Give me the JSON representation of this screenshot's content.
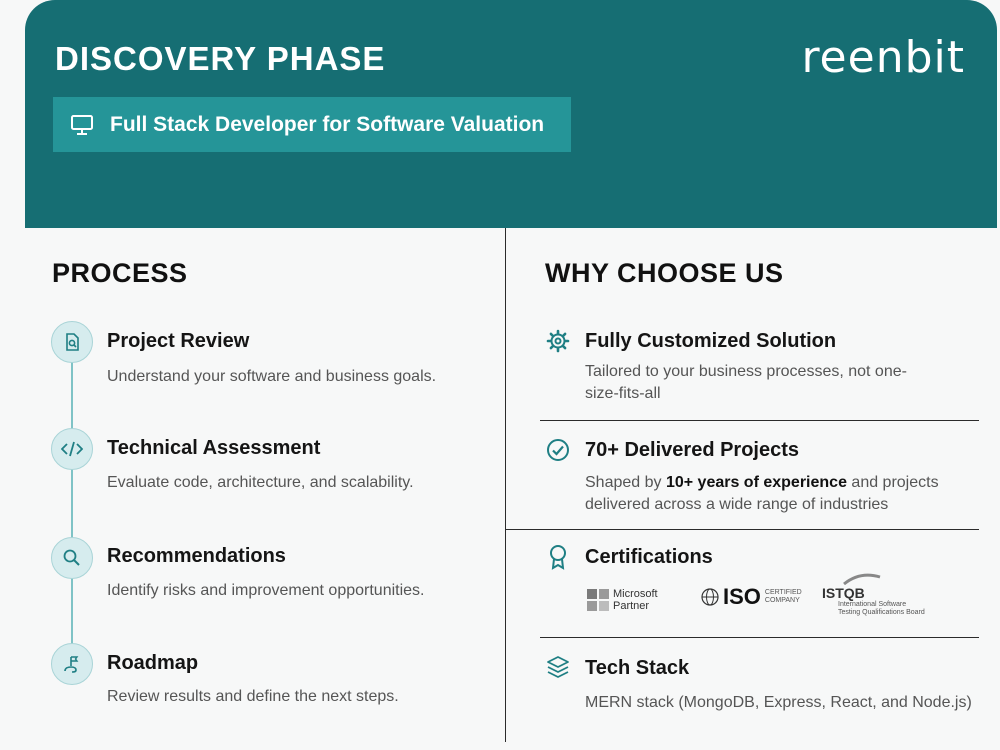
{
  "header": {
    "title": "DISCOVERY PHASE",
    "logo": "reenbit",
    "subtitle": "Full Stack Developer for Software Valuation",
    "subtitle_icon": "monitor-icon"
  },
  "colors": {
    "header_bg": "#166e73",
    "subtitle_bg": "#259598",
    "accent": "#1f7f84",
    "timeline": "#7fc3c6"
  },
  "process": {
    "title": "PROCESS",
    "steps": [
      {
        "icon": "document-search-icon",
        "title": "Project Review",
        "desc": "Understand your software and business goals."
      },
      {
        "icon": "code-icon",
        "title": "Technical Assessment",
        "desc": "Evaluate code, architecture, and scalability."
      },
      {
        "icon": "magnifier-icon",
        "title": "Recommendations",
        "desc": "Identify risks and improvement opportunities."
      },
      {
        "icon": "roadmap-flag-icon",
        "title": "Roadmap",
        "desc": "Review results and define the next steps."
      }
    ]
  },
  "why": {
    "title": "WHY CHOOSE US",
    "items": [
      {
        "icon": "gear-icon",
        "title": "Fully Customized Solution",
        "desc": "Tailored to your business processes, not one-size-fits-all"
      },
      {
        "icon": "check-circle-icon",
        "title": "70+ Delivered Projects",
        "desc_pre": "Shaped by ",
        "desc_bold": "10+ years of experience",
        "desc_post": " and projects delivered across a wide range of industries"
      },
      {
        "icon": "award-icon",
        "title": "Certifications"
      },
      {
        "icon": "layers-icon",
        "title": "Tech Stack",
        "desc": "MERN stack (MongoDB, Express, React, and Node.js)"
      }
    ],
    "certifications": {
      "microsoft": {
        "line1": "Microsoft",
        "line2": "Partner"
      },
      "iso": {
        "mark": "ISO",
        "line1": "CERTIFIED",
        "line2": "COMPANY"
      },
      "istqb": {
        "mark": "ISTQB",
        "line1": "International Software",
        "line2": "Testing Qualifications Board"
      }
    }
  }
}
